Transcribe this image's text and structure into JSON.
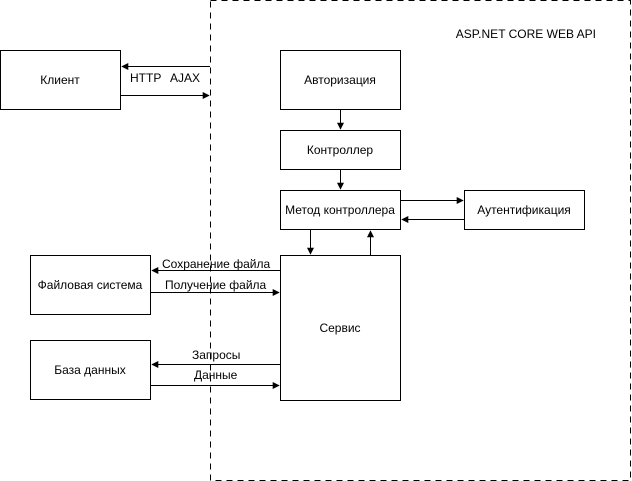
{
  "container": {
    "title": "ASP.NET CORE WEB API"
  },
  "nodes": {
    "client": "Клиент",
    "auth": "Авторизация",
    "controller": "Контроллер",
    "method": "Метод контроллера",
    "authn": "Аутентификация",
    "filesystem": "Файловая система",
    "service": "Сервис",
    "database": "База данных"
  },
  "edges": {
    "http": "HTTP",
    "ajax": "AJAX",
    "save_file": "Сохранение файла",
    "get_file": "Получение файла",
    "queries": "Запросы",
    "data": "Данные"
  },
  "colors": {
    "stroke": "#000000",
    "background": "#ffffff"
  }
}
